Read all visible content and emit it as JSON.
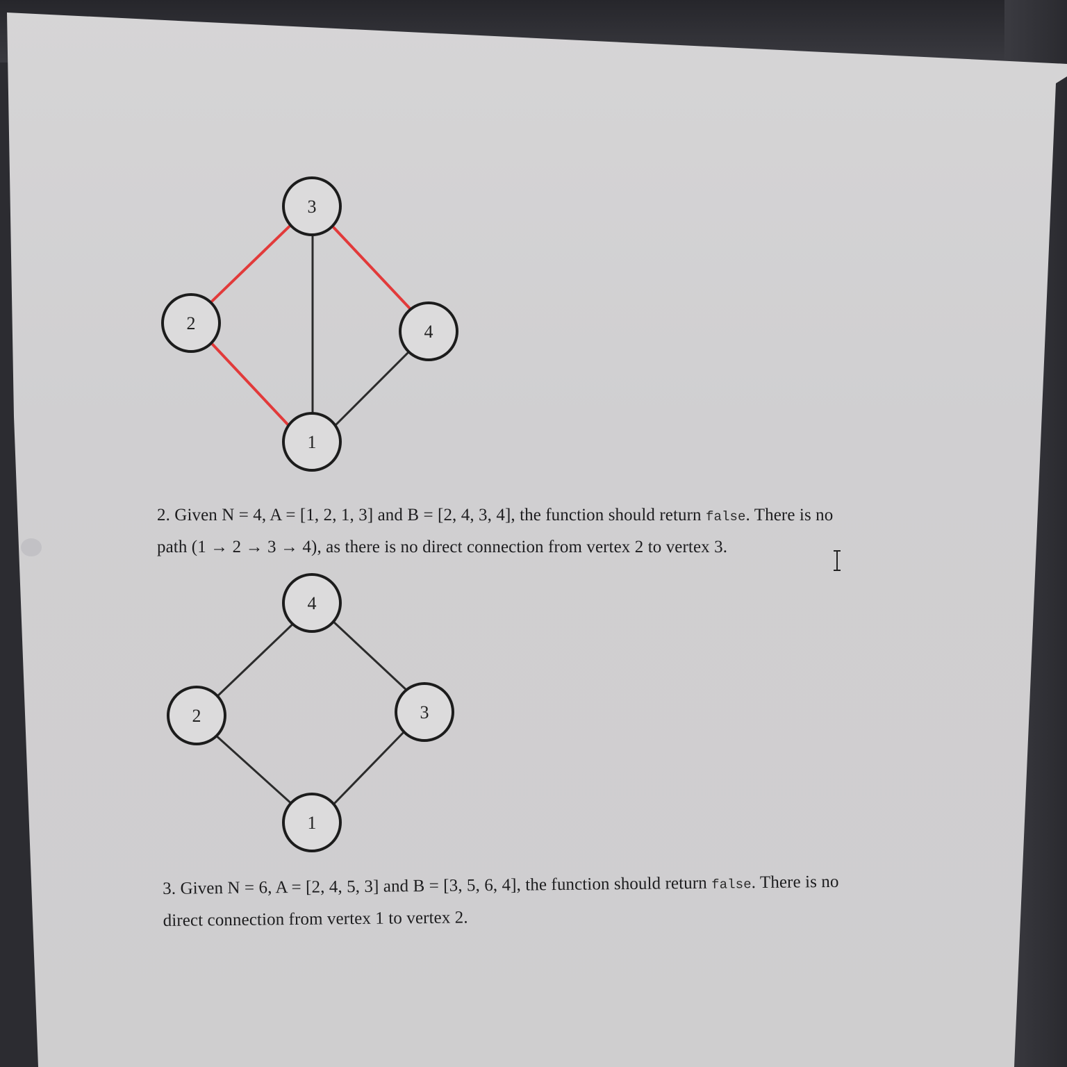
{
  "example2": {
    "line1_a": "2. Given N = 4, A = [1, 2, 1, 3] and B = [2, 4, 3, 4], the function should return ",
    "code": "false",
    "line1_b": ". There is no",
    "line2": "path (1 → 2 → 3 → 4), as there is no direct connection from vertex 2 to vertex 3."
  },
  "example3": {
    "line1_a": "3. Given N = 6, A = [2, 4, 5, 3] and B = [3, 5, 6, 4], the function should return ",
    "code": "false",
    "line1_b": ". There is no",
    "line2": "direct connection from vertex 1 to vertex 2."
  },
  "graph1": {
    "vertices": [
      "3",
      "2",
      "4",
      "1"
    ],
    "edges": [
      {
        "from": "3",
        "to": "2",
        "highlighted": true
      },
      {
        "from": "3",
        "to": "4",
        "highlighted": true
      },
      {
        "from": "2",
        "to": "1",
        "highlighted": true
      },
      {
        "from": "3",
        "to": "1",
        "highlighted": false
      },
      {
        "from": "4",
        "to": "1",
        "highlighted": false
      }
    ]
  },
  "graph2": {
    "vertices": [
      "4",
      "2",
      "3",
      "1"
    ],
    "edges": [
      {
        "from": "4",
        "to": "2",
        "highlighted": false
      },
      {
        "from": "4",
        "to": "3",
        "highlighted": false
      },
      {
        "from": "2",
        "to": "1",
        "highlighted": false
      },
      {
        "from": "3",
        "to": "1",
        "highlighted": false
      }
    ]
  },
  "colors": {
    "highlight_edge": "#e23a3a",
    "edge": "#2b2b2b",
    "node_stroke": "#1c1c1c",
    "node_fill": "#dcdbdc"
  },
  "cursor_icon": "text-cursor-icon"
}
